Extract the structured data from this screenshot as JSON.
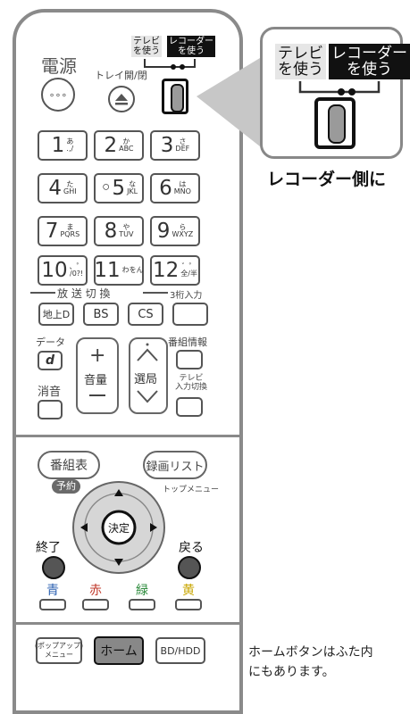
{
  "remote": {
    "power": {
      "label": "電源",
      "button_glyph": "∘∘∘"
    },
    "tray": {
      "label": "トレイ開/閉",
      "icon": "eject-icon"
    },
    "switch": {
      "tv_label": "テレビ\nを使う",
      "recorder_label": "レコーダー\nを使う"
    },
    "numbers": [
      {
        "big": "1",
        "small": "あ\n.,/"
      },
      {
        "big": "2",
        "small": "か\nABC"
      },
      {
        "big": "3",
        "small": "さ\nDEF"
      },
      {
        "big": "4",
        "small": "た\nGHI"
      },
      {
        "big": "5",
        "small": "な\nJKL",
        "prefix": "◦"
      },
      {
        "big": "6",
        "small": "は\nMNO"
      },
      {
        "big": "7",
        "small": "ま\nPQRS"
      },
      {
        "big": "8",
        "small": "や\nTUV"
      },
      {
        "big": "9",
        "small": "ら\nWXYZ"
      },
      {
        "big": "10",
        "small": "、゜\n/0?!"
      },
      {
        "big": "11",
        "small": "わをん"
      },
      {
        "big": "12",
        "small": "゛゜\n全/半"
      }
    ],
    "broadcast_label": "放 送 切 換",
    "three_digit_label": "3桁入力",
    "broadcast_buttons": [
      "地上D",
      "BS",
      "CS"
    ],
    "data_label": "データ",
    "data_button": "d",
    "volume_label": "音量",
    "channel_label": "選局",
    "mute_label": "消音",
    "guide_info_label": "番組情報",
    "tv_input_label": "テレビ\n入力切換",
    "program_guide": "番組表",
    "reserve": "予約",
    "recording_list": "録画リスト",
    "top_menu": "トップメニュー",
    "enter": "決定",
    "exit": "終了",
    "back": "戻る",
    "colors": [
      {
        "label": "青",
        "color": "#2a5fb0"
      },
      {
        "label": "赤",
        "color": "#c0392b"
      },
      {
        "label": "緑",
        "color": "#2e8b3d"
      },
      {
        "label": "黄",
        "color": "#c8a600"
      }
    ],
    "popup_menu": "(ポップアップ)\nメニュー",
    "home": "ホーム",
    "bd_hdd": "BD/HDD"
  },
  "callout": {
    "tv_label": "テレビ\nを使う",
    "recorder_label": "レコーダー\nを使う",
    "caption": "レコーダー側に"
  },
  "footnote": {
    "line1": "ホームボタンはふた内",
    "line2": "にもあります。"
  }
}
